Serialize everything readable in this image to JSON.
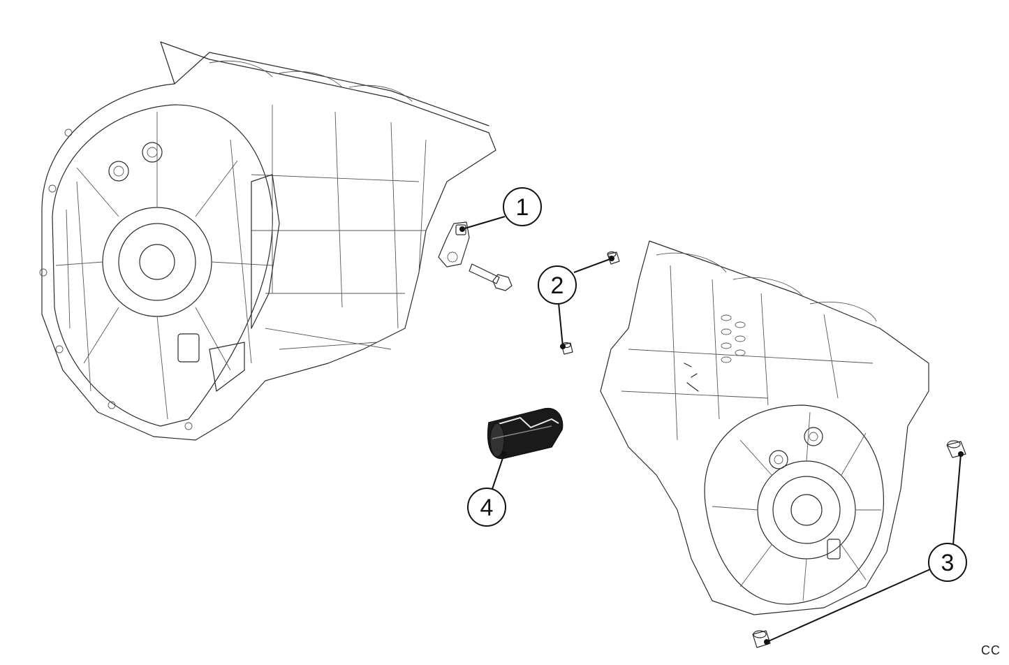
{
  "callouts": [
    {
      "number": "1",
      "part": "sensor-bracket"
    },
    {
      "number": "2",
      "part": "dowel-pins-upper"
    },
    {
      "number": "3",
      "part": "dowel-pins-lower"
    },
    {
      "number": "4",
      "part": "hollow-dowel-sleeve"
    }
  ],
  "corner_code": "CC"
}
